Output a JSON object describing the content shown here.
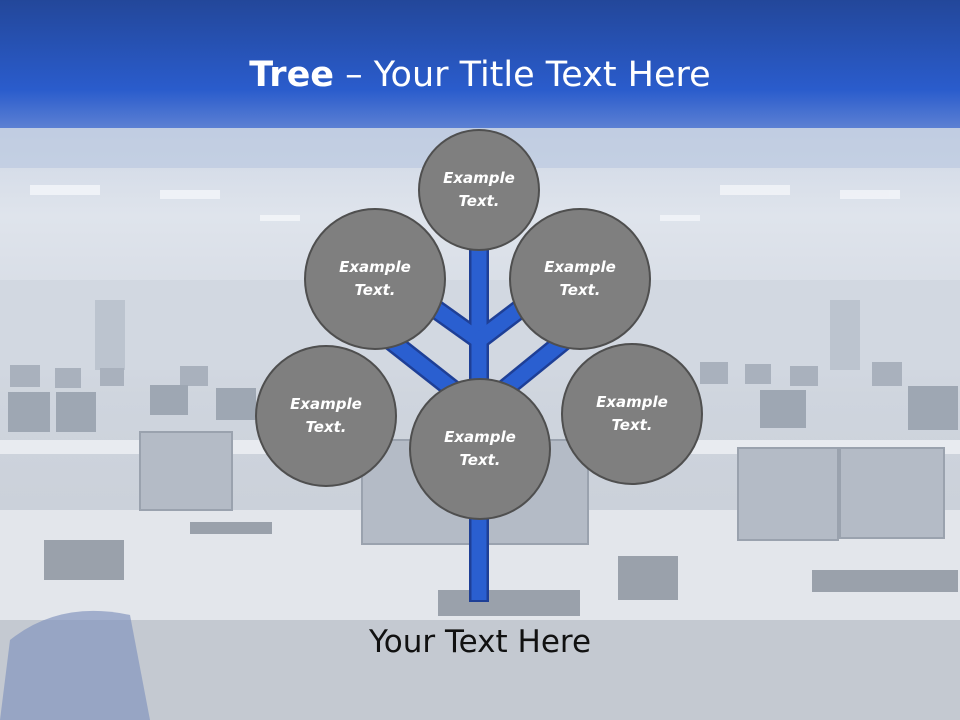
{
  "slide": {
    "title_bold": "Tree",
    "title_rest": " – Your Title Text Here",
    "subtitle": "Your Text Here"
  },
  "nodes": [
    {
      "label": "Example\nText."
    },
    {
      "label": "Example\nText."
    },
    {
      "label": "Example\nText."
    },
    {
      "label": "Example\nText."
    },
    {
      "label": "Example\nText."
    },
    {
      "label": "Example\nText."
    }
  ],
  "colors": {
    "header_blue": "#2351b8",
    "branch_blue": "#2a5fd0",
    "node_fill": "#7f7f7f",
    "node_border": "#4f4f4f"
  }
}
